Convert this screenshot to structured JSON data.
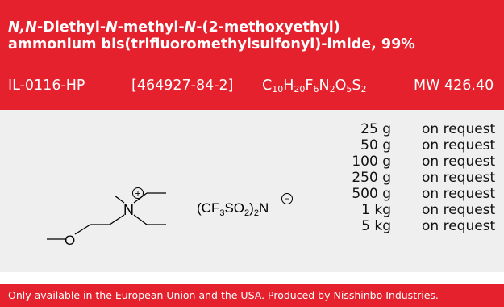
{
  "product": {
    "name_prefix_1": "N,N",
    "name_part_1": "-Diethyl-",
    "name_prefix_2": "N",
    "name_part_2": "-methyl-",
    "name_prefix_3": "N",
    "name_part_3": "-(2-methoxyethyl)",
    "name_line_2": "ammonium bis(trifluoromethylsulfonyl)-imide, 99%",
    "catalog_number": "IL-0116-HP",
    "cas_number": "[464927-84-2]",
    "formula": {
      "C": "C",
      "C_n": "10",
      "H": "H",
      "H_n": "20",
      "F": "F",
      "F_n": "6",
      "N": "N",
      "N_n": "2",
      "O": "O",
      "O_n": "5",
      "S": "S",
      "S_n": "2"
    },
    "molecular_weight": "MW 426.40"
  },
  "structure": {
    "cation_atom": "N",
    "cation_charge": "+",
    "anion_label": "(CF",
    "anion_sub_1": "3",
    "anion_mid": "SO",
    "anion_sub_2": "2",
    "anion_close": ")",
    "anion_sub_3": "2",
    "anion_atom": "N",
    "anion_charge": "−",
    "oxygen_atom": "O"
  },
  "packages": [
    {
      "size": "25 g",
      "price": "on request"
    },
    {
      "size": "50 g",
      "price": "on request"
    },
    {
      "size": "100 g",
      "price": "on request"
    },
    {
      "size": "250 g",
      "price": "on request"
    },
    {
      "size": "500 g",
      "price": "on request"
    },
    {
      "size": "1 kg",
      "price": "on request"
    },
    {
      "size": "5 kg",
      "price": "on request"
    }
  ],
  "footer": {
    "note": "Only available in the European Union and the USA. Produced by Nisshinbo Industries."
  },
  "colors": {
    "accent_red": "#e4212c",
    "panel_gray": "#efefef"
  }
}
